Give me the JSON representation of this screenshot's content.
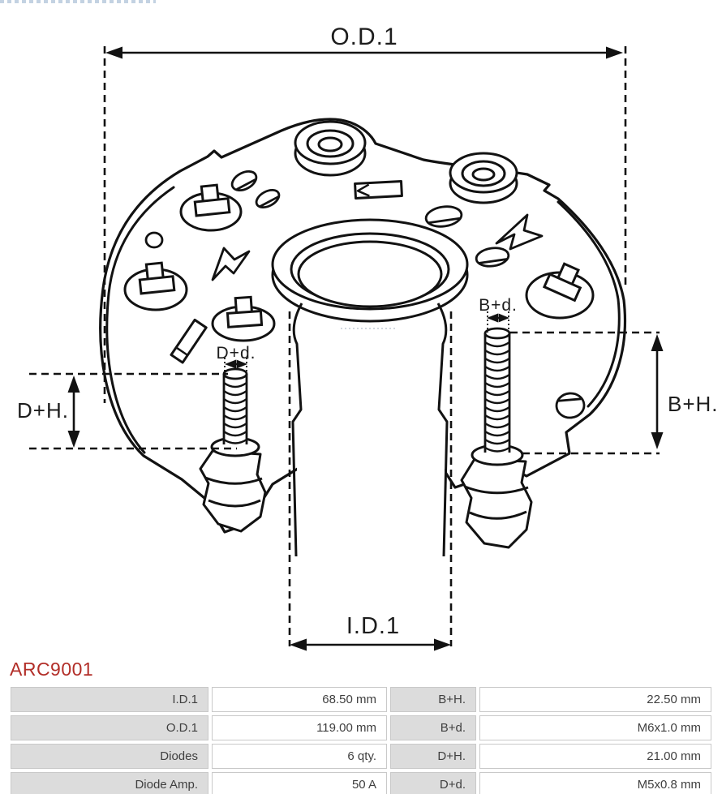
{
  "header": {
    "logo_icon": "aspl-logo-cropped-strip"
  },
  "part_number": "ARC9001",
  "diagram": {
    "type": "alternator-rectifier technical drawing",
    "dimension_labels": {
      "od1": "O.D.1",
      "id1": "I.D.1",
      "dh": "D+H.",
      "bh": "B+H.",
      "dd": "D+d.",
      "bd": "B+d."
    }
  },
  "spec_table": {
    "rows": [
      {
        "param1": "I.D.1",
        "value1": "68.50 mm",
        "param2": "B+H.",
        "value2": "22.50 mm"
      },
      {
        "param1": "O.D.1",
        "value1": "119.00 mm",
        "param2": "B+d.",
        "value2": "M6x1.0 mm"
      },
      {
        "param1": "Diodes",
        "value1": "6 qty.",
        "param2": "D+H.",
        "value2": "21.00 mm"
      },
      {
        "param1": "Diode Amp.",
        "value1": "50 A",
        "param2": "D+d.",
        "value2": "M5x0.8 mm"
      }
    ]
  },
  "colors": {
    "part_number_red": "#b22e28",
    "drawing_line": "#121212",
    "table_label_bg": "#dcdcdc",
    "table_border": "#c9c9c9",
    "table_text": "#3f3f3f"
  }
}
